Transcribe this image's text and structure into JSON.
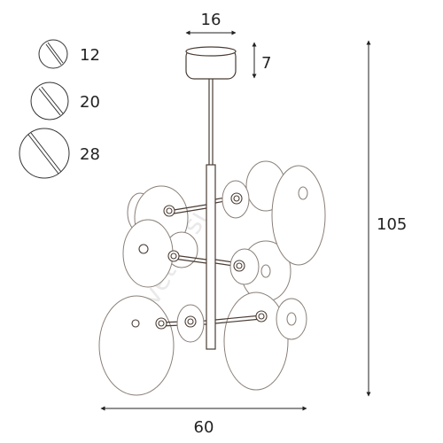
{
  "diagram": {
    "legend": [
      {
        "value": "12"
      },
      {
        "value": "20"
      },
      {
        "value": "28"
      }
    ],
    "dimensions": {
      "canopy_width": "16",
      "canopy_height": "7",
      "overall_height": "105",
      "overall_width": "60"
    },
    "watermark": "svetila.si",
    "colors": {
      "line": "#4a3c34",
      "disc": "#8a7f78",
      "dim": "#222222"
    }
  }
}
